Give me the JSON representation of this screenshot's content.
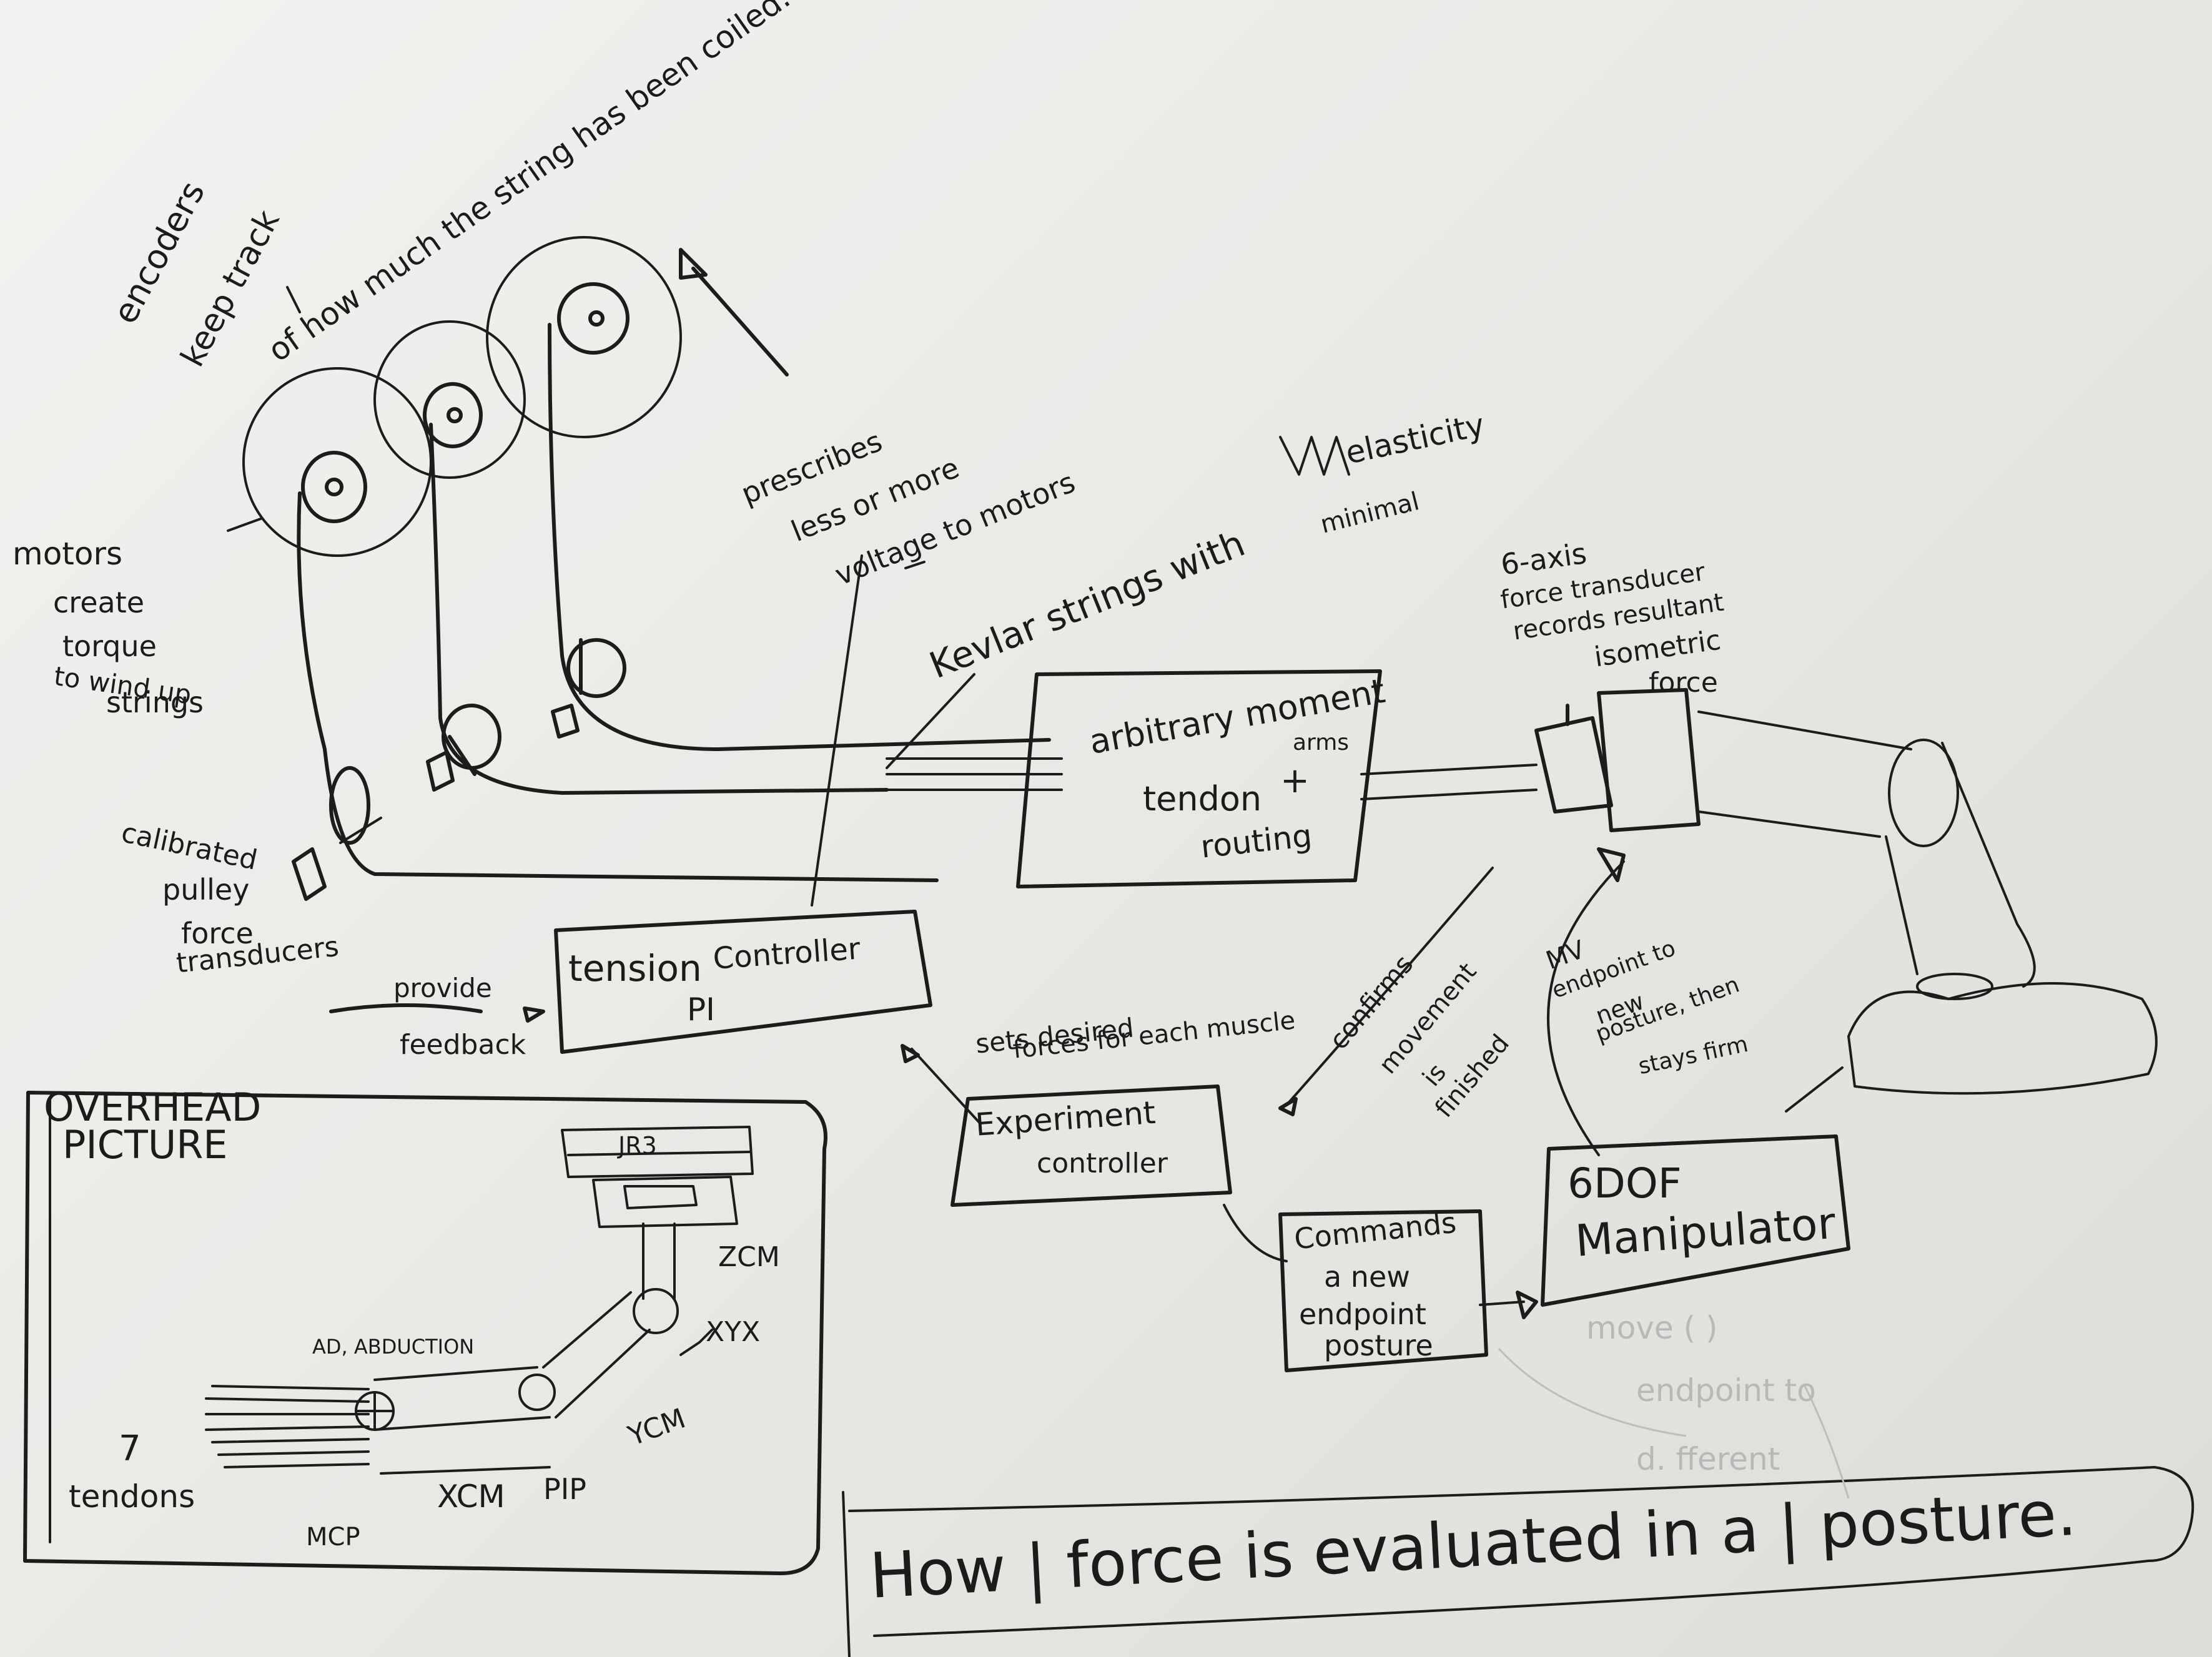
{
  "colors": {
    "ink": "#1c1c1c",
    "paper": "#eeeeeb",
    "ghost": "#bdbdbd"
  },
  "labels": {
    "encoders_1": "encoders",
    "encoders_2": "keep track",
    "encoders_3": "of how much the string has been coiled.",
    "prescribes_1": "prescribes",
    "prescribes_2": "less or more",
    "prescribes_3": "voltage to motors",
    "elasticity": "elasticity",
    "minimal": "minimal",
    "motors_1": "motors",
    "motors_2": "create",
    "motors_3": "torque",
    "motors_4": "to wind up",
    "motors_5": "strings",
    "kevlar": "Kevlar strings with",
    "transducer_1": "6-axis",
    "transducer_2": "force transducer",
    "transducer_3": "records resultant",
    "transducer_4": "isometric",
    "transducer_5": "force",
    "routing_1": "arbitrary moment",
    "routing_2": "arms",
    "routing_3": "+",
    "routing_4": "tendon",
    "routing_5": "routing",
    "calibrated_1": "calibrated",
    "calibrated_2": "pulley",
    "calibrated_3": "force",
    "calibrated_4": "transducers",
    "tension_1": "tension",
    "tension_2": "Controller",
    "tension_3": "PI",
    "feedback_1": "provide",
    "feedback_2": "feedback",
    "confirms_1": "confirms",
    "confirms_2": "movement",
    "confirms_3": "is",
    "confirms_4": "finished",
    "mv_1": "MV",
    "mv_2": "endpoint to",
    "mv_3": "new",
    "mv_4": "posture, then",
    "mv_5": "stays firm",
    "sets_1": "sets desired",
    "sets_2": "forces for each muscle",
    "experiment_1": "Experiment",
    "experiment_2": "controller",
    "overhead_1": "OVERHEAD",
    "overhead_2": "PICTURE",
    "jr3": "JR3",
    "zcm": "ZCM",
    "xyx": "XYX",
    "ycm": "YCM",
    "adab": "AD, ABDUCTION",
    "seven": "7",
    "tendons": "tendons",
    "xcm": "XCM",
    "pip": "PIP",
    "mcp": "MCP",
    "commands_1": "Commands",
    "commands_2": "a new",
    "commands_3": "endpoint",
    "commands_4": "posture",
    "dof_1": "6DOF",
    "dof_2": "Manipulator",
    "ghost_1": "move ( )",
    "ghost_2": "endpoint to",
    "ghost_3": "d. fferent",
    "title": "How | force is evaluated in a | posture."
  }
}
